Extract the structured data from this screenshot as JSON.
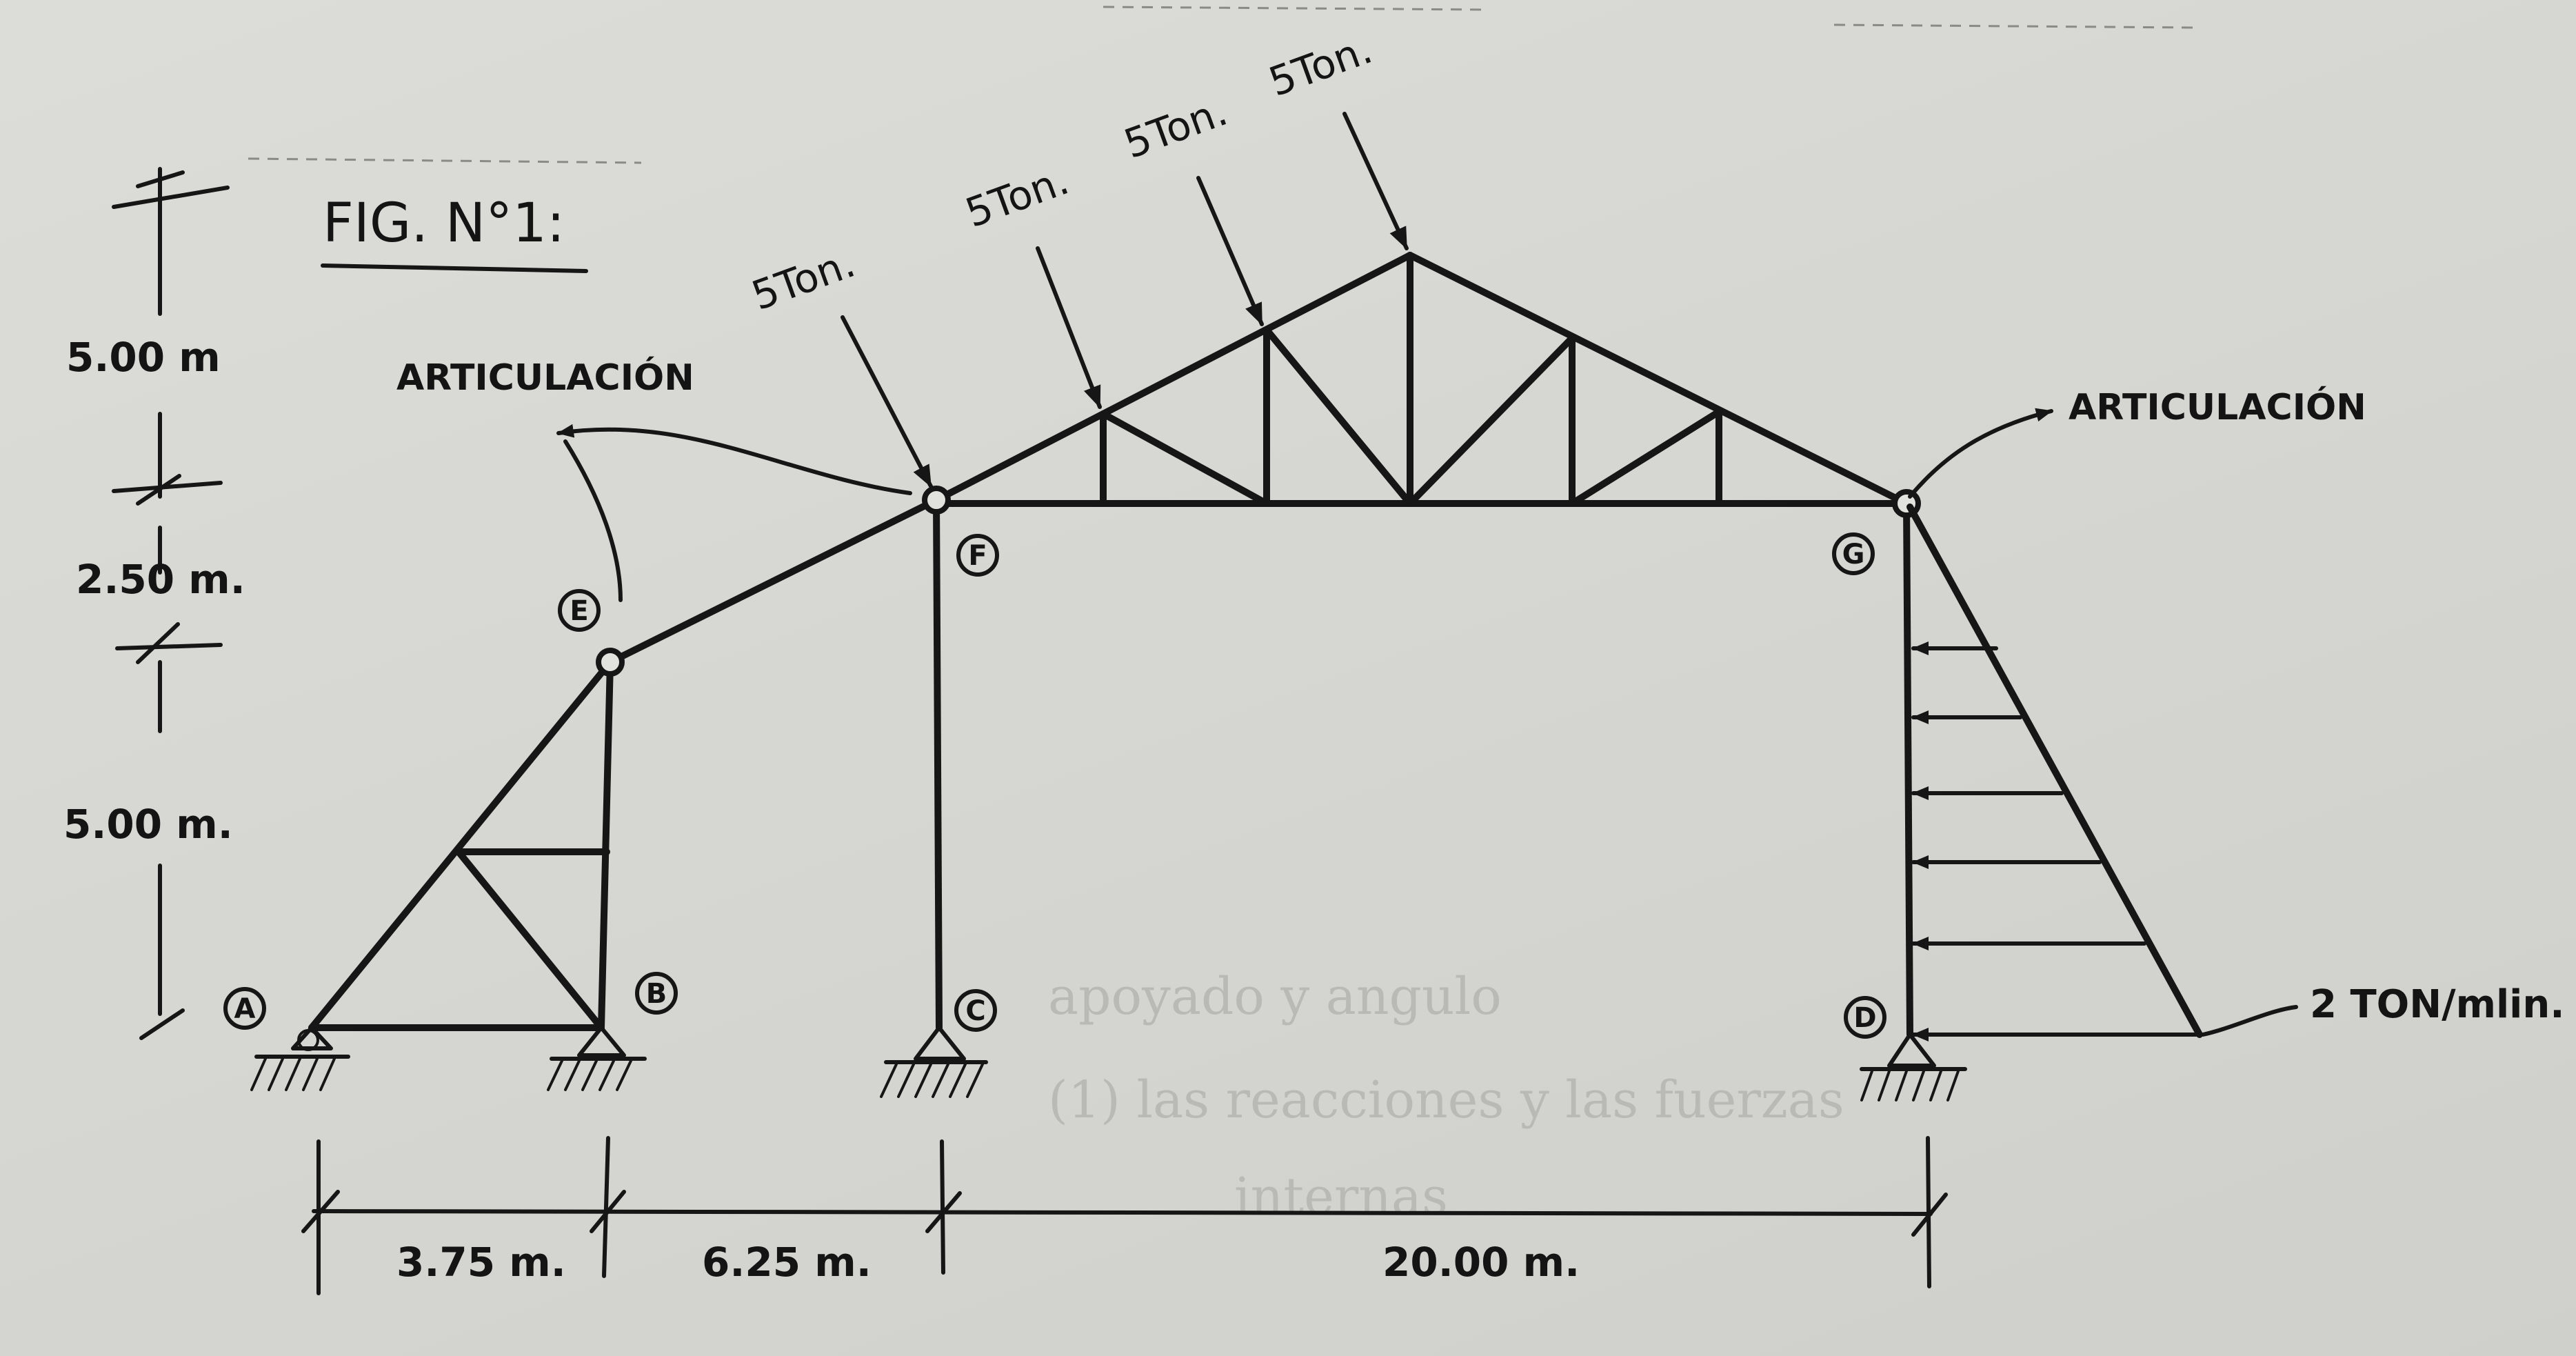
{
  "figure": {
    "title": "FIG. N°1:",
    "hinge_left_label": "ARTICULACIÓN",
    "hinge_right_label": "ARTICULACIÓN",
    "loads": [
      "5Ton.",
      "5Ton.",
      "5Ton.",
      "5Ton."
    ],
    "distributed_load_label": "2 TON/mlin.",
    "nodes": [
      "A",
      "B",
      "C",
      "D",
      "E",
      "F",
      "G"
    ],
    "vertical_dims": [
      "5.00 m",
      "2.50 m.",
      "5.00 m."
    ],
    "horizontal_dims": [
      "3.75 m.",
      "6.25 m.",
      "20.00 m."
    ]
  },
  "background_text": {
    "line1": "apoyado y angulo",
    "line2": "(1) las reacciones y las fuerzas",
    "line3": "internas"
  }
}
